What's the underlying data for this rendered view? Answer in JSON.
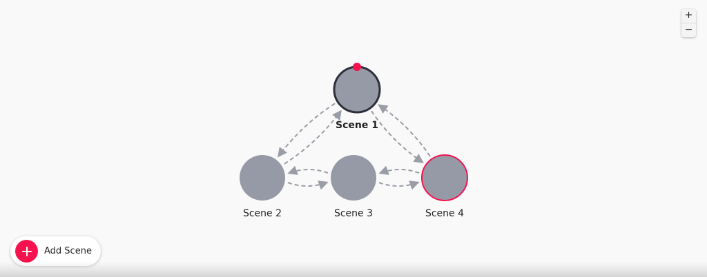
{
  "scenes": [
    {
      "id": "scene1",
      "label": "Scene 1",
      "selected": true,
      "highlighted": false,
      "has_start_marker": true
    },
    {
      "id": "scene2",
      "label": "Scene 2",
      "selected": false,
      "highlighted": false,
      "has_start_marker": false
    },
    {
      "id": "scene3",
      "label": "Scene 3",
      "selected": false,
      "highlighted": false,
      "has_start_marker": false
    },
    {
      "id": "scene4",
      "label": "Scene 4",
      "selected": false,
      "highlighted": true,
      "has_start_marker": false
    }
  ],
  "transitions": [
    {
      "from": "scene2",
      "to": "scene1"
    },
    {
      "from": "scene1",
      "to": "scene2"
    },
    {
      "from": "scene1",
      "to": "scene4"
    },
    {
      "from": "scene4",
      "to": "scene1"
    },
    {
      "from": "scene2",
      "to": "scene3"
    },
    {
      "from": "scene3",
      "to": "scene2"
    },
    {
      "from": "scene3",
      "to": "scene4"
    },
    {
      "from": "scene4",
      "to": "scene3"
    }
  ],
  "zoom": {
    "in_label": "+",
    "out_label": "−"
  },
  "add_scene": {
    "label": "Add Scene"
  },
  "colors": {
    "node_fill": "#959aa6",
    "selected_stroke": "#2c2f3a",
    "highlight_stroke": "#f5124e",
    "edge": "#9a9da6",
    "accent": "#f5124e",
    "background": "#f9f9f9"
  }
}
